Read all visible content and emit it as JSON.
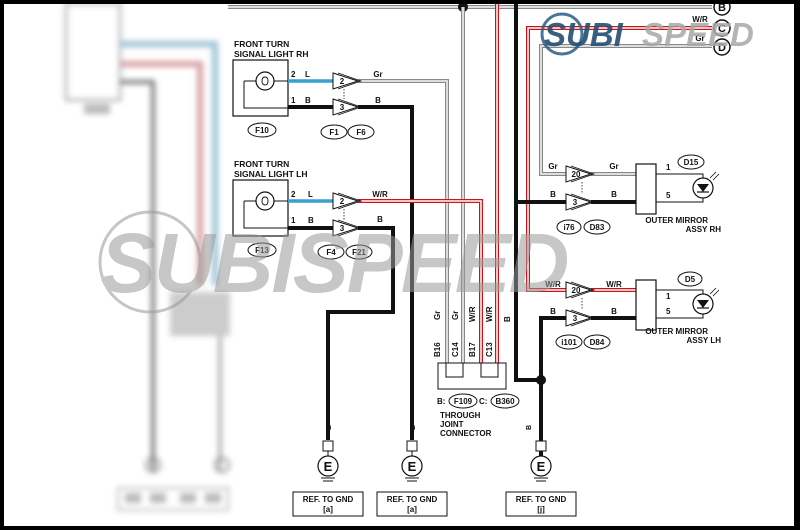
{
  "diagram": {
    "title": "Front Turn Signal / Outer Mirror Wiring",
    "colors": {
      "blue_wire": "#3aa0d0",
      "red_wire": "#c9141b",
      "gray_wire": "#b3b3b3",
      "black_wire": "#111111",
      "watermark": "#a9a9a9",
      "watermark_blue": "#1f4f77"
    },
    "watermark": {
      "text_left": "SUBI",
      "text_right": "SPEED",
      "full": "SUBISPEED"
    },
    "offpage_connectors": [
      {
        "id": "B",
        "wire": ""
      },
      {
        "id": "C",
        "wire": "W/R"
      },
      {
        "id": "D",
        "wire": "Gr"
      }
    ],
    "components": {
      "rh_signal": {
        "title_line1": "FRONT TURN",
        "title_line2": "SIGNAL LIGHT RH",
        "connector": "F10",
        "pins": [
          {
            "pin": "2",
            "wire": "L"
          },
          {
            "pin": "1",
            "wire": "B"
          }
        ],
        "junctions": [
          {
            "pin": "2",
            "wire_out": "Gr"
          },
          {
            "pin": "3",
            "wire_out": "B"
          }
        ],
        "junction_connectors": [
          "F1",
          "F6"
        ]
      },
      "lh_signal": {
        "title_line1": "FRONT TURN",
        "title_line2": "SIGNAL LIGHT LH",
        "connector": "F13",
        "pins": [
          {
            "pin": "2",
            "wire": "L"
          },
          {
            "pin": "1",
            "wire": "B"
          }
        ],
        "junctions": [
          {
            "pin": "2",
            "wire_out": "W/R"
          },
          {
            "pin": "3",
            "wire_out": "B"
          }
        ],
        "junction_connectors": [
          "F4",
          "F21"
        ]
      },
      "joint_connector": {
        "wires": [
          "Gr",
          "Gr",
          "W/R",
          "W/R",
          "B"
        ],
        "pins": [
          "B16",
          "C14",
          "B17",
          "C13"
        ],
        "label_b": "B:",
        "conn_b": "F109",
        "label_c": "C:",
        "conn_c": "B360",
        "name_line1": "THROUGH",
        "name_line2": "JOINT",
        "name_line3": "CONNECTOR"
      },
      "mirror_rh": {
        "in_wires": [
          "Gr",
          "B"
        ],
        "junction_pins": [
          "20",
          "3"
        ],
        "out_wires": [
          "Gr",
          "B"
        ],
        "junction_connectors": [
          "i76",
          "D83"
        ],
        "connector": "D15",
        "pins": [
          "1",
          "5"
        ],
        "name_line1": "OUTER MIRROR",
        "name_line2": "ASSY RH"
      },
      "mirror_lh": {
        "in_wires": [
          "W/R",
          "B"
        ],
        "junction_pins": [
          "20",
          "3"
        ],
        "out_wires": [
          "W/R",
          "B"
        ],
        "junction_connectors": [
          "i101",
          "D84"
        ],
        "connector": "D5",
        "pins": [
          "1",
          "5"
        ],
        "name_line1": "OUTER MIRROR",
        "name_line2": "ASSY LH"
      },
      "grounds": [
        {
          "wire": "B",
          "symbol": "E",
          "ref_line1": "REF. TO GND",
          "ref_line2": "[a]"
        },
        {
          "wire": "B",
          "symbol": "E",
          "ref_line1": "REF. TO GND",
          "ref_line2": "[a]"
        },
        {
          "wire": "B",
          "symbol": "E",
          "ref_line1": "REF. TO GND",
          "ref_line2": "[j]"
        }
      ]
    }
  }
}
